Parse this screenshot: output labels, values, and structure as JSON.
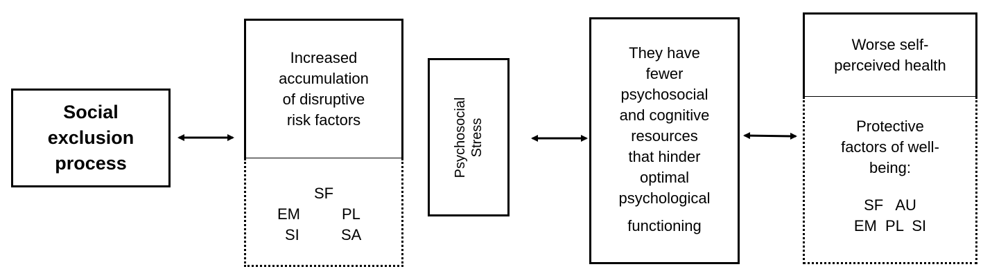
{
  "nodes": {
    "social_exclusion": {
      "lines": [
        "Social",
        "exclusion",
        "process"
      ]
    },
    "risk_factors": {
      "lines": [
        "Increased",
        "accumulation",
        "of disruptive",
        "risk factors"
      ]
    },
    "risk_codes": {
      "row1": "SF",
      "row2_left": "EM",
      "row2_right": "PL",
      "row3_left": "SI",
      "row3_right": "SA"
    },
    "psychosocial_stress": {
      "lines": [
        "Psychosocial",
        "Stress"
      ]
    },
    "fewer_resources": {
      "lines": [
        "They have",
        "fewer",
        "psychosocial",
        "and cognitive",
        "resources",
        "that hinder",
        "optimal",
        "psychological"
      ],
      "last_line": "functioning"
    },
    "worse_health": {
      "lines": [
        "Worse self-",
        "perceived health"
      ]
    },
    "protective": {
      "lines": [
        "Protective",
        "factors of well-",
        "being:"
      ],
      "codes_row1": "SF   AU",
      "codes_row2": "EM  PL  SI"
    }
  },
  "arrows": [
    {
      "from": "social_exclusion",
      "to": "risk_factors",
      "type": "bidirectional"
    },
    {
      "from": "psychosocial_stress",
      "to": "fewer_resources",
      "type": "bidirectional"
    },
    {
      "from": "fewer_resources",
      "to": "worse_health",
      "type": "bidirectional"
    }
  ]
}
